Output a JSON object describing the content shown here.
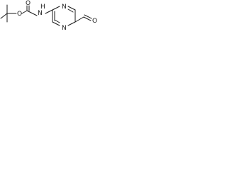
{
  "molecule": {
    "atoms": {
      "carbonyl_oxygen": "O",
      "ester_oxygen": "O",
      "amide_nitrogen": "N",
      "amide_hydrogen": "H",
      "ring_nitrogen_top": "N",
      "ring_nitrogen_bottom": "N",
      "aldehyde_oxygen": "O"
    }
  }
}
